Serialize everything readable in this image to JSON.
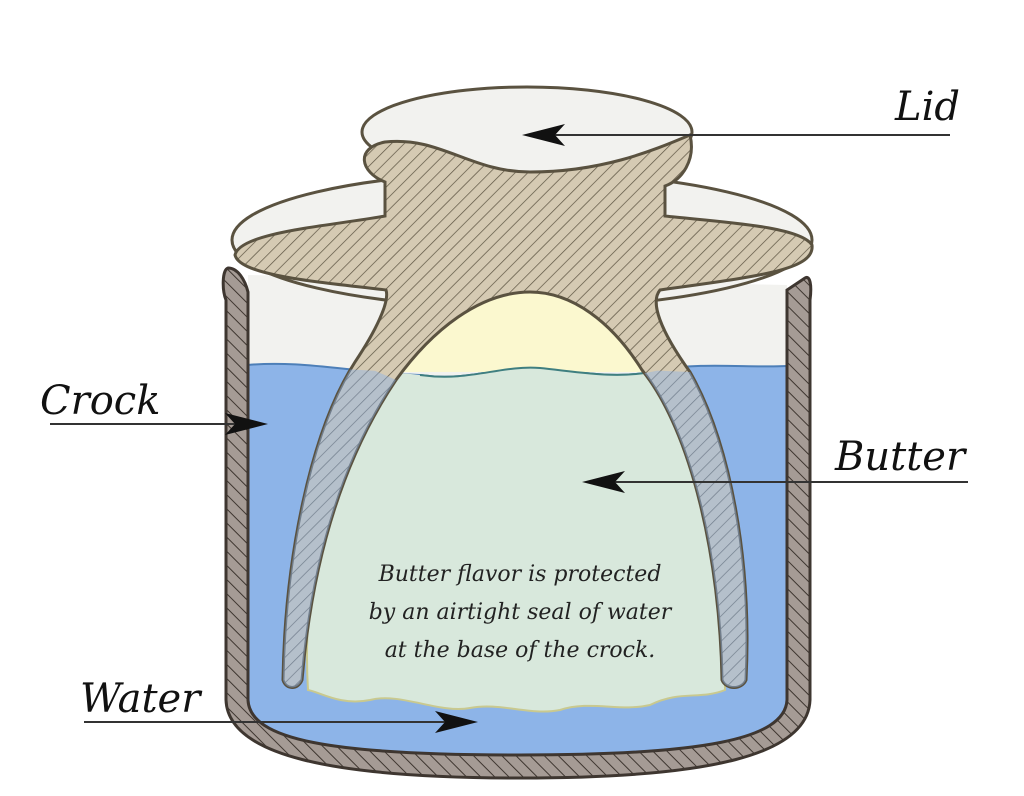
{
  "title": "Butter crock cross-section",
  "labels": {
    "lid": "Lid",
    "crock": "Crock",
    "butter": "Butter",
    "water": "Water"
  },
  "caption_lines": [
    "Butter flavor is protected",
    "by an airtight seal of water",
    "at the base of the crock."
  ],
  "colors": {
    "lid": "#d5cab3",
    "crock": "#a59b95",
    "water": "#8db4e8",
    "butter_top": "#fbf8cf",
    "butter_submerged": "#d8e8dc",
    "outline": "#5a5240"
  }
}
